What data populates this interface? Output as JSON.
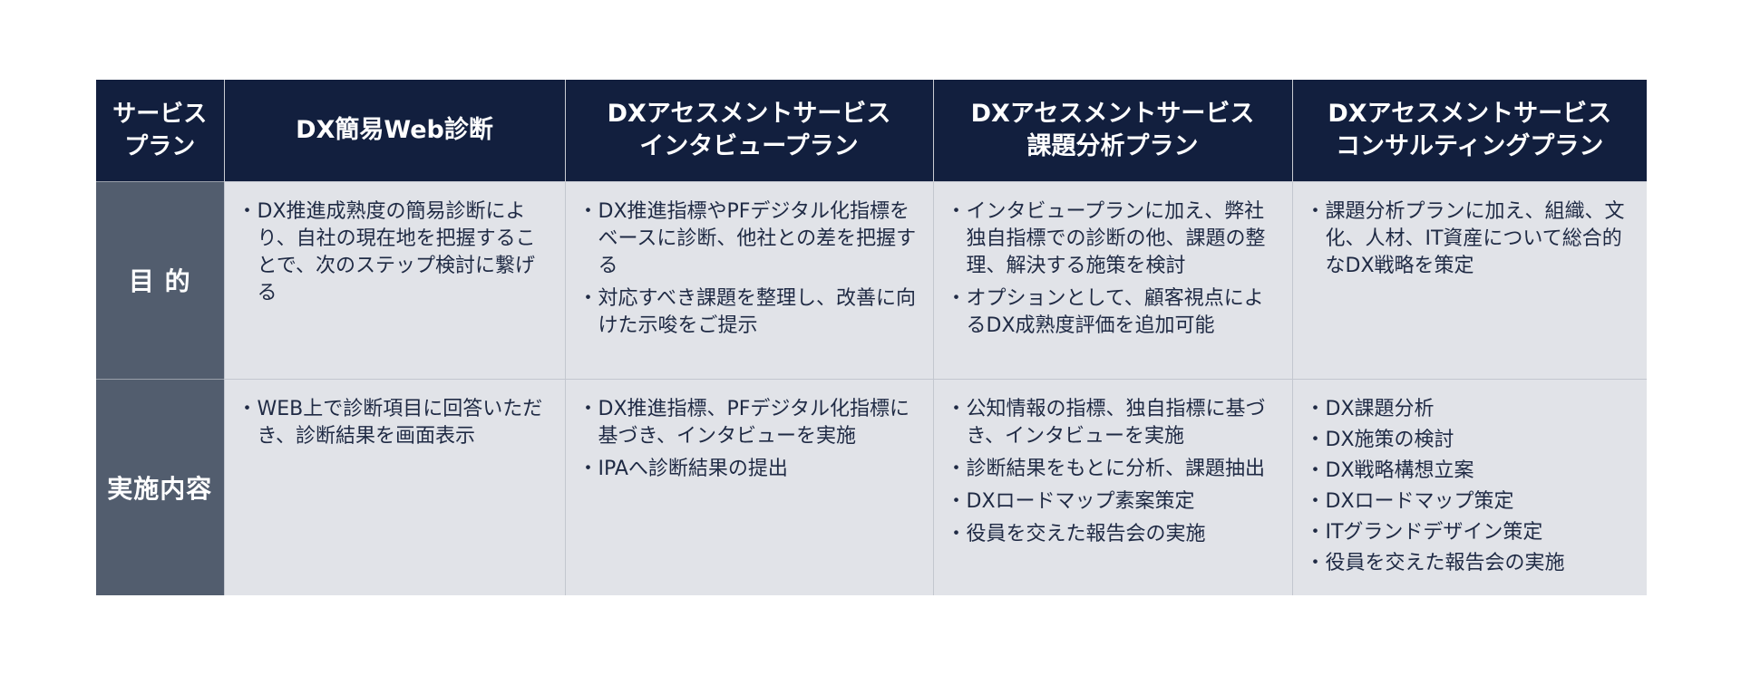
{
  "header": {
    "corner": "サービス\nプラン",
    "columns": [
      "DX簡易Web診断",
      "DXアセスメントサービス\nインタビュープラン",
      "DXアセスメントサービス\n課題分析プラン",
      "DXアセスメントサービス\nコンサルティングプラン"
    ]
  },
  "rows": {
    "purpose": {
      "label": "目 的",
      "cells": [
        [
          "DX推進成熟度の簡易診断により、自社の現在地を把握することで、次のステップ検討に繋げる"
        ],
        [
          "DX推進指標やPFデジタル化指標をベースに診断、他社との差を把握する",
          "対応すべき課題を整理し、改善に向けた示唆をご提示"
        ],
        [
          "インタビュープランに加え、弊社独自指標での診断の他、課題の整理、解決する施策を検討",
          "オプションとして、顧客視点によるDX成熟度評価を追加可能"
        ],
        [
          "課題分析プランに加え、組織、文化、人材、IT資産について総合的なDX戦略を策定"
        ]
      ]
    },
    "content": {
      "label": "実施内容",
      "cells": [
        [
          "WEB上で診断項目に回答いただき、診断結果を画面表示"
        ],
        [
          "DX推進指標、PFデジタル化指標に基づき、インタビューを実施",
          "IPAへ診断結果の提出"
        ],
        [
          "公知情報の指標、独自指標に基づき、インタビューを実施",
          "診断結果をもとに分析、課題抽出",
          "DXロードマップ素案策定",
          "役員を交えた報告会の実施"
        ],
        [
          "DX課題分析",
          "DX施策の検討",
          "DX戦略構想立案",
          "DXロードマップ策定",
          "ITグランドデザイン策定",
          "役員を交えた報告会の実施"
        ]
      ]
    }
  }
}
